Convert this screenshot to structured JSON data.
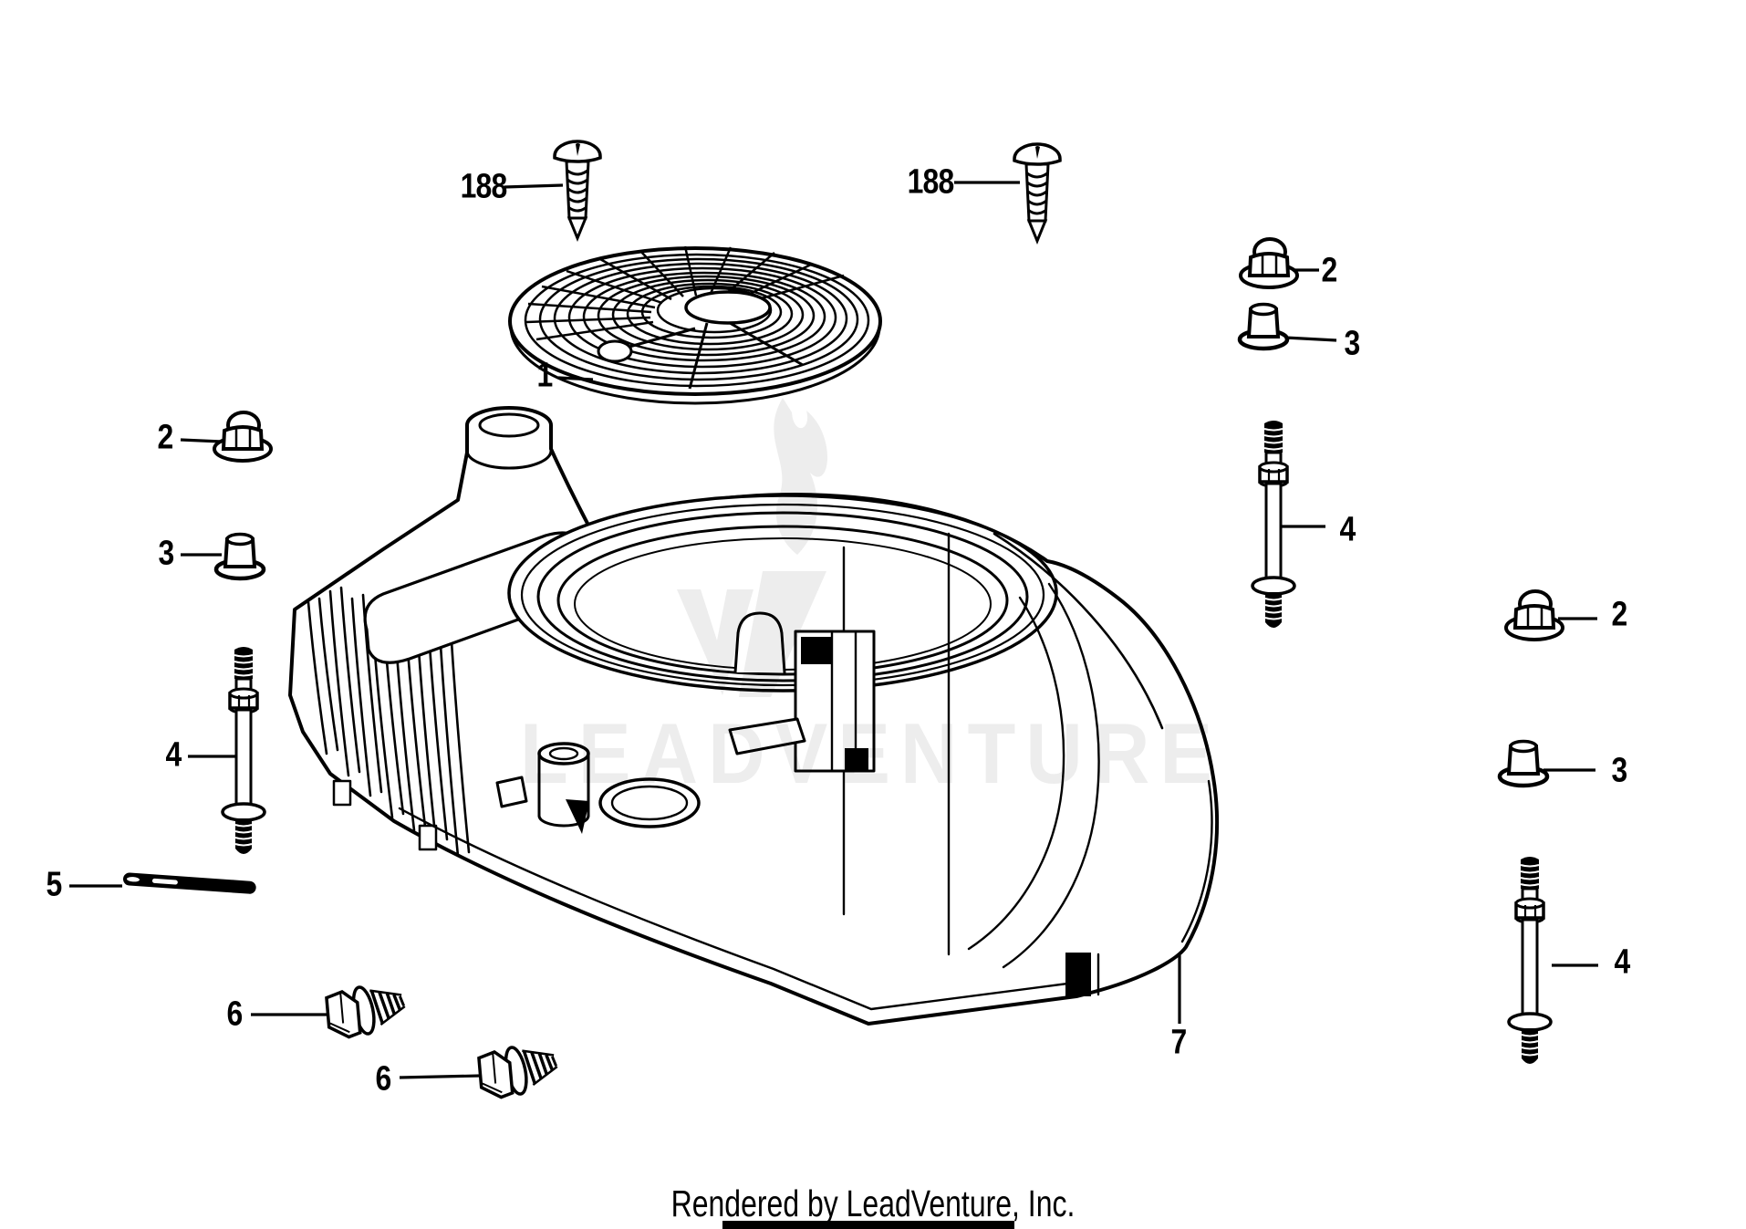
{
  "page": {
    "background": "#ffffff",
    "ink_color": "#000000"
  },
  "watermark": {
    "text": "LEADVENTURE",
    "logo_icon": "leadventure-flame-v-logo",
    "color": "#ededed"
  },
  "footer": {
    "credit": "Rendered by LeadVenture, Inc."
  },
  "diagram": {
    "type": "exploded-parts-diagram",
    "subject": "engine-blower-housing-assembly",
    "callouts": [
      {
        "label": "188",
        "part": "pan-head-tapping-screw",
        "position": "top-left"
      },
      {
        "label": "188",
        "part": "pan-head-tapping-screw",
        "position": "top-center"
      },
      {
        "label": "1",
        "part": "rotating-fan-screen",
        "position": "upper-center"
      },
      {
        "label": "2",
        "part": "flange-lock-nut",
        "position": "left"
      },
      {
        "label": "3",
        "part": "spacer-bushing",
        "position": "left"
      },
      {
        "label": "4",
        "part": "stud",
        "position": "left"
      },
      {
        "label": "5",
        "part": "dowel-pin",
        "position": "far-left"
      },
      {
        "label": "6",
        "part": "hex-flange-screw",
        "position": "bottom-left-upper"
      },
      {
        "label": "6",
        "part": "hex-flange-screw",
        "position": "bottom-left-lower"
      },
      {
        "label": "7",
        "part": "blower-housing",
        "position": "bottom-right"
      },
      {
        "label": "2",
        "part": "flange-lock-nut",
        "position": "upper-right"
      },
      {
        "label": "3",
        "part": "spacer-bushing",
        "position": "upper-right"
      },
      {
        "label": "4",
        "part": "stud",
        "position": "right-upper"
      },
      {
        "label": "2",
        "part": "flange-lock-nut",
        "position": "far-right"
      },
      {
        "label": "3",
        "part": "spacer-bushing",
        "position": "far-right"
      },
      {
        "label": "4",
        "part": "stud",
        "position": "right-lower"
      }
    ]
  }
}
